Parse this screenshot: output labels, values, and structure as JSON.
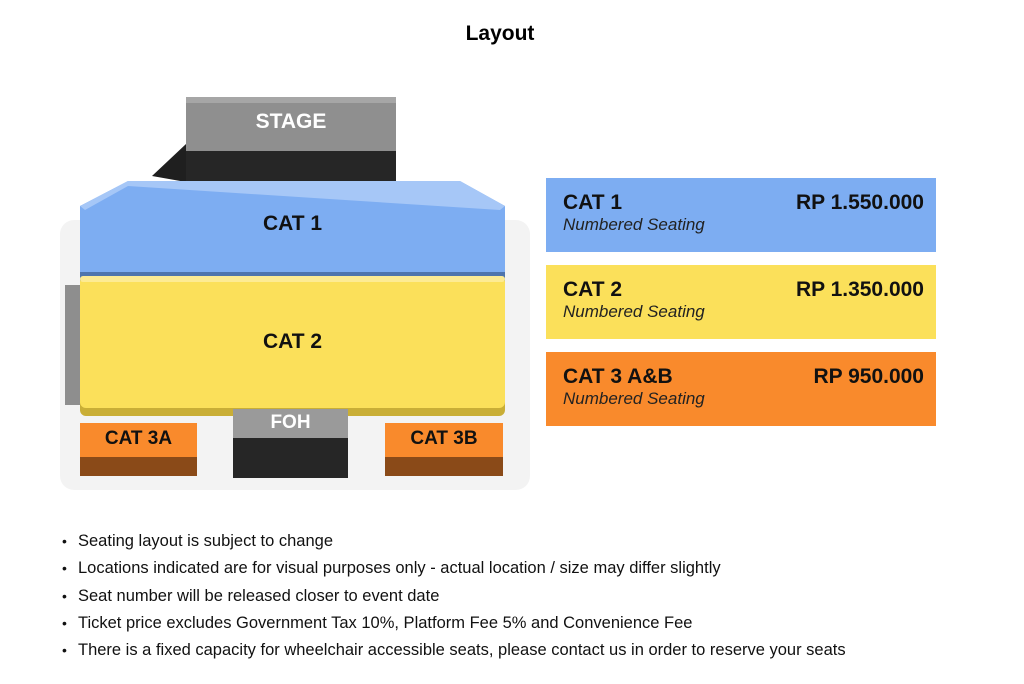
{
  "page": {
    "title": "Layout"
  },
  "venue_map": {
    "stage_label": "STAGE",
    "cat1_label": "CAT 1",
    "cat2_label": "CAT 2",
    "foh_label": "FOH",
    "cat3a_label": "CAT 3A",
    "cat3b_label": "CAT 3B"
  },
  "categories": [
    {
      "name": "CAT 1",
      "seating": "Numbered Seating",
      "price": "RP 1.550.000",
      "color": "#7dadf2"
    },
    {
      "name": "CAT 2",
      "seating": "Numbered Seating",
      "price": "RP 1.350.000",
      "color": "#fbe05a"
    },
    {
      "name": "CAT 3 A&B",
      "seating": "Numbered Seating",
      "price": "RP 950.000",
      "color": "#f98a2c"
    }
  ],
  "notes": [
    "Seating layout is subject to change",
    "Locations indicated are for visual purposes only - actual location / size may differ slightly",
    "Seat number will be released closer to event date",
    "Ticket price excludes Government Tax 10%, Platform Fee 5% and Convenience Fee",
    "There is a fixed capacity for wheelchair accessible seats, please contact us in order to reserve your seats"
  ],
  "colors": {
    "cat1": "#7dadf2",
    "cat2": "#fbe05a",
    "cat3": "#f98a2c",
    "stage": "#8c8c8c",
    "dark": "#2e2e2e"
  }
}
